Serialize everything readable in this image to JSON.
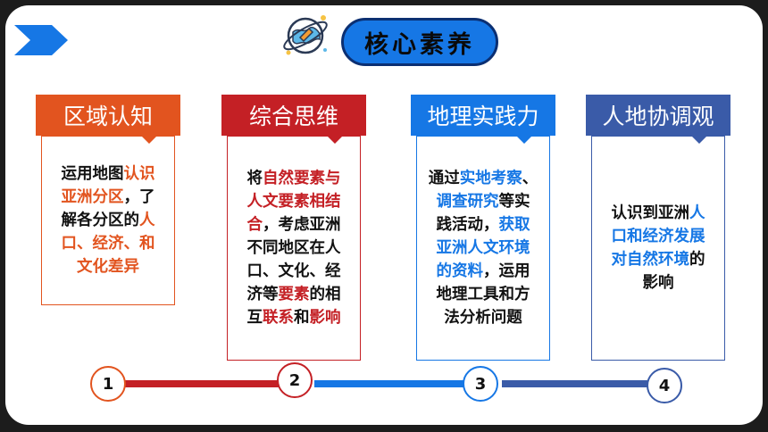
{
  "title": "核心素养",
  "colors": {
    "orange": "#e2541f",
    "red": "#c42025",
    "blue": "#1677e5",
    "slate": "#3a5ba8"
  },
  "cards": [
    {
      "title": "区域认知",
      "lines": [
        [
          {
            "t": "运用地图",
            "c": ""
          },
          {
            "t": "认识",
            "c": "orange"
          }
        ],
        [
          {
            "t": "亚洲分区",
            "c": "orange"
          },
          {
            "t": "，了",
            "c": ""
          }
        ],
        [
          {
            "t": "解各分区的",
            "c": ""
          },
          {
            "t": "人",
            "c": "orange"
          }
        ],
        [
          {
            "t": "口、经济、和",
            "c": "orange"
          }
        ],
        [
          {
            "t": "文化差异",
            "c": "orange"
          }
        ]
      ]
    },
    {
      "title": "综合思维",
      "lines": [
        [
          {
            "t": "将",
            "c": ""
          },
          {
            "t": "自然要素与",
            "c": "red"
          }
        ],
        [
          {
            "t": "人文要素相结",
            "c": "red"
          }
        ],
        [
          {
            "t": "合",
            "c": "red"
          },
          {
            "t": "，考虑亚洲",
            "c": ""
          }
        ],
        [
          {
            "t": "不同地区在人",
            "c": ""
          }
        ],
        [
          {
            "t": "口、文化、经",
            "c": ""
          }
        ],
        [
          {
            "t": "济等",
            "c": ""
          },
          {
            "t": "要素",
            "c": "red"
          },
          {
            "t": "的相",
            "c": ""
          }
        ],
        [
          {
            "t": "互",
            "c": ""
          },
          {
            "t": "联系",
            "c": "red"
          },
          {
            "t": "和",
            "c": ""
          },
          {
            "t": "影响",
            "c": "red"
          }
        ]
      ]
    },
    {
      "title": "地理实践力",
      "lines": [
        [
          {
            "t": "通过",
            "c": ""
          },
          {
            "t": "实地考察",
            "c": "blue"
          },
          {
            "t": "、",
            "c": ""
          }
        ],
        [
          {
            "t": "调查研究",
            "c": "blue"
          },
          {
            "t": "等实",
            "c": ""
          }
        ],
        [
          {
            "t": "践活动，",
            "c": ""
          },
          {
            "t": "获取",
            "c": "blue"
          }
        ],
        [
          {
            "t": "亚洲人文环境",
            "c": "blue"
          }
        ],
        [
          {
            "t": "的资料",
            "c": "blue"
          },
          {
            "t": "，运用",
            "c": ""
          }
        ],
        [
          {
            "t": "地理工具和方",
            "c": ""
          }
        ],
        [
          {
            "t": "法分析问题",
            "c": ""
          }
        ]
      ]
    },
    {
      "title": "人地协调观",
      "lines": [
        [
          {
            "t": "认识到亚洲",
            "c": ""
          },
          {
            "t": "人",
            "c": "blue"
          }
        ],
        [
          {
            "t": "口和经济发展",
            "c": "blue"
          }
        ],
        [
          {
            "t": "对自然环境",
            "c": "blue"
          },
          {
            "t": "的",
            "c": ""
          }
        ],
        [
          {
            "t": "影响",
            "c": ""
          }
        ]
      ]
    }
  ],
  "steps": [
    "1",
    "2",
    "3",
    "4"
  ]
}
